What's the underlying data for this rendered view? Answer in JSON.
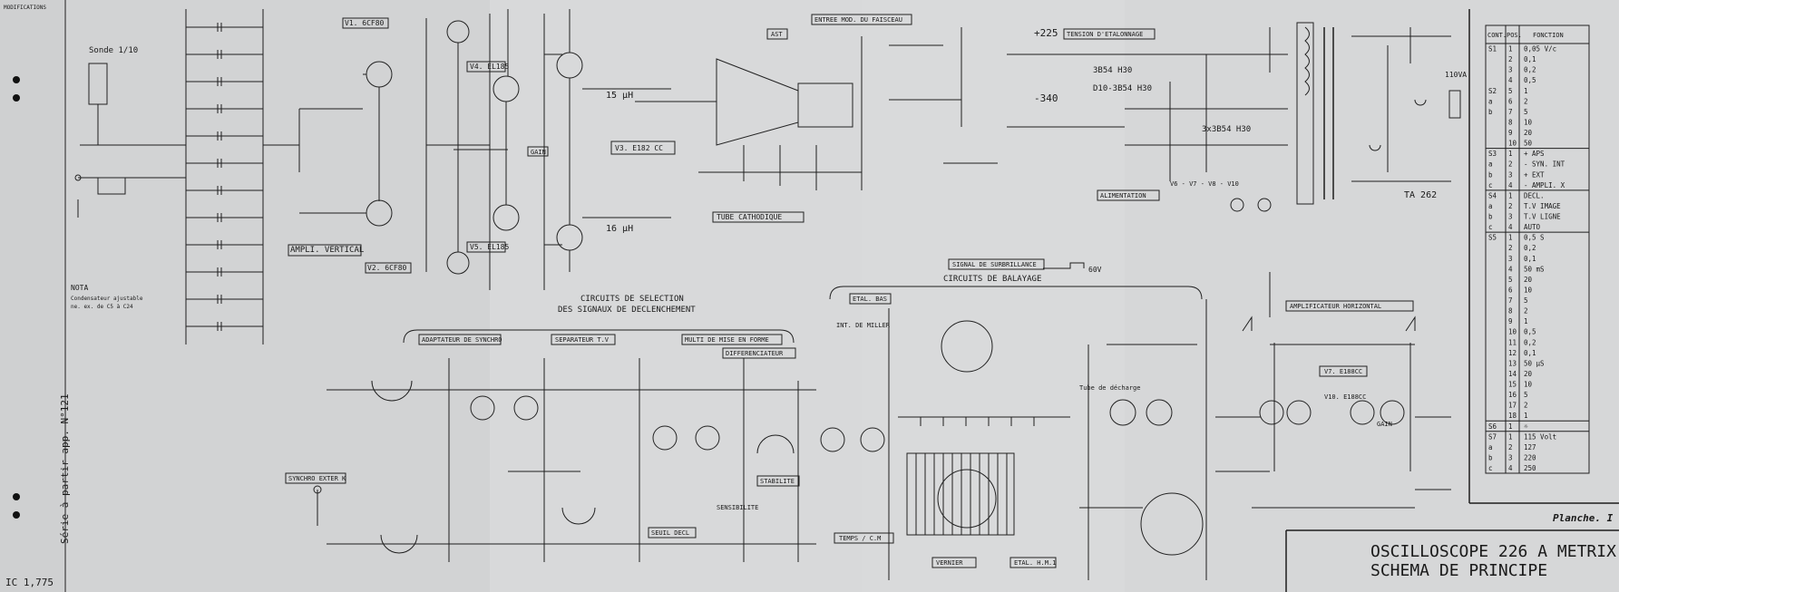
{
  "margin": {
    "modifications": "MODIFICATIONS",
    "series": "Série à partir app. N°121",
    "doc_code": "IC 1,775"
  },
  "labels": {
    "sonde": "Sonde 1/10",
    "nota_title": "NOTA",
    "nota_text1": "Condensateur ajustable",
    "nota_text2": "ne. ex. de C5 à C24",
    "ampli_vertical": "AMPLI. VERTICAL",
    "v1": "V1. 6CF80",
    "v2": "V2. 6CF80",
    "v3": "V3. E182 CC",
    "v4": "V4. EL185",
    "v5": "V5. EL185",
    "gain": "GAIN",
    "inductor1": "15 µH",
    "inductor2": "16 µH",
    "circuits_selection_1": "CIRCUITS DE SELECTION",
    "circuits_selection_2": "DES SIGNAUX DE DECLENCHEMENT",
    "adaptateur": "ADAPTATEUR DE SYNCHRO",
    "separateur": "SEPARATEUR T.V",
    "multi": "MULTI DE MISE EN FORME",
    "differenciateur": "DIFFERENCIATEUR",
    "synchro_ext": "SYNCHRO EXTER K",
    "sensibilite": "SENSIBILITE",
    "seuil": "SEUIL DECL",
    "stabilite": "STABILITE",
    "cathodique": "TUBE CATHODIQUE",
    "entree": "ENTREE MOD. DU FAISCEAU",
    "ast": "AST",
    "signal_surbrillance": "SIGNAL DE SURBRILLANCE",
    "circuits_balayage": "CIRCUITS DE BALAYAGE",
    "etal_bas": "ETAL. BAS",
    "int_miller": "INT. DE MILLER",
    "tube_decharge": "Tube de décharge",
    "temps": "TEMPS / C.M",
    "vernier": "VERNIER",
    "etal_horiz": "ETAL. H.M.1",
    "tension_etalonnage": "TENSION D'ETALONNAGE",
    "alimentation": "ALIMENTATION",
    "ampli_horizontal": "AMPLIFICATEUR HORIZONTAL",
    "transformer": "TA 262",
    "v7": "V7. E188CC",
    "v10": "V10. E188CC",
    "val_225": "+225",
    "val_340": "-340",
    "val_60v": "60V",
    "val_110": "110VA",
    "diodes1": "3B54 H30",
    "diodes2": "D10-3B54 H30",
    "diodes3": "3x3B54 H30",
    "vtubes": "V6 - V7 - V8 - V10"
  },
  "title_block": {
    "line1": "OSCILLOSCOPE 226 A METRIX",
    "line2": "SCHEMA DE PRINCIPE",
    "planche": "Planche. I"
  },
  "table": {
    "headers": [
      "CONT.",
      "POS.",
      "FONCTION"
    ],
    "rows": [
      [
        "S1",
        "1",
        "0,05 V/c"
      ],
      [
        "",
        "2",
        "0,1"
      ],
      [
        "",
        "3",
        "0,2"
      ],
      [
        "",
        "4",
        "0,5"
      ],
      [
        "S2",
        "5",
        "1"
      ],
      [
        "a",
        "6",
        "2"
      ],
      [
        "b",
        "7",
        "5"
      ],
      [
        "",
        "8",
        "10"
      ],
      [
        "",
        "9",
        "20"
      ],
      [
        "",
        "10",
        "50"
      ],
      [
        "S3",
        "1",
        "+ APS"
      ],
      [
        "a",
        "2",
        "- SYN. INT"
      ],
      [
        "b",
        "3",
        "+ EXT"
      ],
      [
        "c",
        "4",
        "- AMPLI. X"
      ],
      [
        "S4",
        "1",
        "DECL."
      ],
      [
        "a",
        "2",
        "T.V IMAGE"
      ],
      [
        "b",
        "3",
        "T.V LIGNE"
      ],
      [
        "c",
        "4",
        "AUTO"
      ],
      [
        "S5",
        "1",
        "0,5 S"
      ],
      [
        "",
        "2",
        "0,2"
      ],
      [
        "",
        "3",
        "0,1"
      ],
      [
        "",
        "4",
        "50 mS"
      ],
      [
        "",
        "5",
        "20"
      ],
      [
        "",
        "6",
        "10"
      ],
      [
        "",
        "7",
        "5"
      ],
      [
        "",
        "8",
        "2"
      ],
      [
        "",
        "9",
        "1"
      ],
      [
        "",
        "10",
        "0,5"
      ],
      [
        "",
        "11",
        "0,2"
      ],
      [
        "",
        "12",
        "0,1"
      ],
      [
        "",
        "13",
        "50 µS"
      ],
      [
        "",
        "14",
        "20"
      ],
      [
        "",
        "15",
        "10"
      ],
      [
        "",
        "16",
        "5"
      ],
      [
        "",
        "17",
        "2"
      ],
      [
        "",
        "18",
        "1"
      ],
      [
        "S6",
        "1",
        "☼"
      ],
      [
        "S7",
        "1",
        "115 Volt"
      ],
      [
        "a",
        "2",
        "127"
      ],
      [
        "b",
        "3",
        "220"
      ],
      [
        "c",
        "4",
        "250"
      ]
    ]
  }
}
